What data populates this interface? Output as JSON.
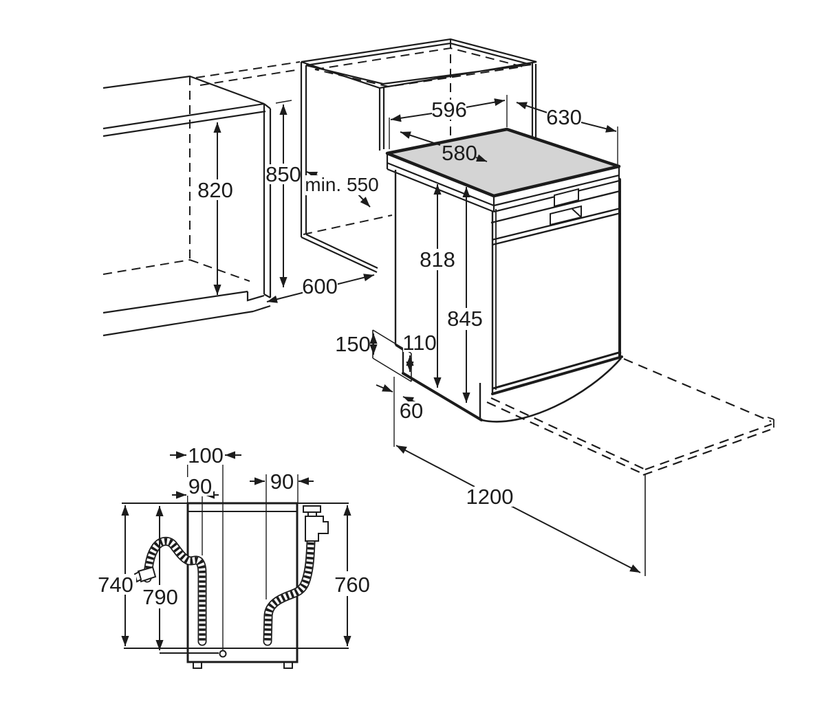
{
  "colors": {
    "background": "#ffffff",
    "line": "#1c1c1c",
    "worktop_fill": "#d4d4d4"
  },
  "main_view": {
    "dimensions": {
      "niche_inner_height": "820",
      "worktop_height": "850",
      "niche_min_depth": "min. 550",
      "niche_width": "600",
      "appliance_width": "596",
      "appliance_depth": "630",
      "worktop_depth": "580",
      "height_without_worktop": "818",
      "height_with_worktop": "845",
      "plinth_panel_height": "150",
      "plinth_recess_height": "110",
      "plinth_recess_depth": "60",
      "door_open_clearance": "1200"
    }
  },
  "rear_view": {
    "dimensions": {
      "cord_offset": "100",
      "drain_hose_offset": "90",
      "inlet_hose_offset": "90",
      "drain_side_drop": "740",
      "cord_drop": "790",
      "inlet_side_drop": "760"
    }
  }
}
